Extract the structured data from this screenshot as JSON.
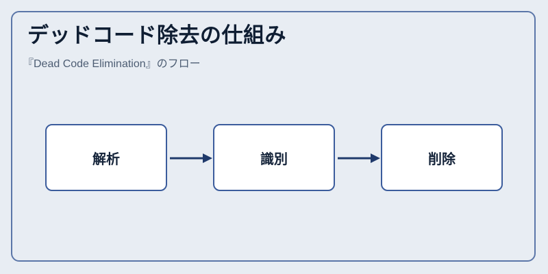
{
  "header": {
    "title": "デッドコード除去の仕組み",
    "subtitle": "『Dead Code Elimination』のフロー"
  },
  "flow": {
    "steps": [
      {
        "label": "解析"
      },
      {
        "label": "識別"
      },
      {
        "label": "削除"
      }
    ]
  },
  "colors": {
    "background": "#e8edf3",
    "card_border": "#5b76a8",
    "box_border": "#3b5c9c",
    "arrow": "#1f3a6b",
    "title_text": "#0f1e33"
  }
}
